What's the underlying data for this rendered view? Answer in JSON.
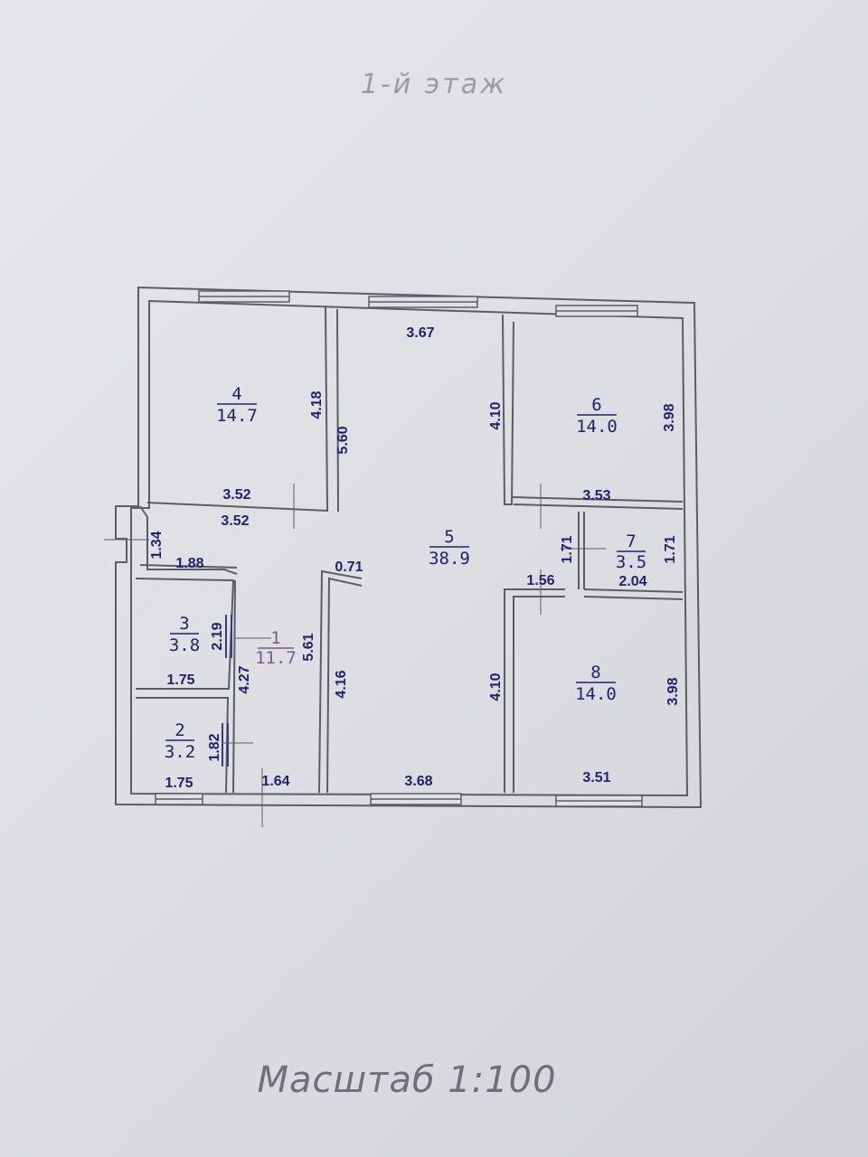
{
  "sheet": {
    "title": "1-й этаж",
    "scale": "Масштаб 1:100"
  },
  "colors": {
    "ink": "#25206a",
    "wall": "#5c5d64",
    "paper": "#e6e7ea"
  },
  "rooms": [
    {
      "number": "4",
      "area": "14.7"
    },
    {
      "number": "5",
      "area": "38.9"
    },
    {
      "number": "6",
      "area": "14.0"
    },
    {
      "number": "7",
      "area": "3.5"
    },
    {
      "number": "8",
      "area": "14.0"
    },
    {
      "number": "3",
      "area": "3.8"
    },
    {
      "number": "1",
      "area": "11.7"
    },
    {
      "number": "2",
      "area": "3.2"
    }
  ],
  "dimensions": {
    "r4_height": "4.18",
    "r4_width_bottom": "3.52",
    "corridor_width_top": "3.52",
    "hall_width_top": "3.67",
    "hall_height_upper": "5.60",
    "hall_height_right_upper": "4.10",
    "r6_height": "3.98",
    "r6_width_bottom": "3.53",
    "corridor_height_left": "1.34",
    "corridor_width_mid": "1.88",
    "opening_width": "0.71",
    "r7_height_left": "1.71",
    "r7_height_right": "1.71",
    "r7_width": "2.04",
    "passage_width": "1.56",
    "r3_height": "2.19",
    "r3_width": "1.75",
    "r1_height_right": "5.61",
    "r1_height_left": "4.27",
    "hall_height_lower": "4.16",
    "hall_height_right_lower": "4.10",
    "r8_height": "3.98",
    "r2_height": "1.82",
    "r2_width": "1.75",
    "r1_width": "1.64",
    "hall_width_bottom": "3.68",
    "r8_width_bottom": "3.51"
  }
}
